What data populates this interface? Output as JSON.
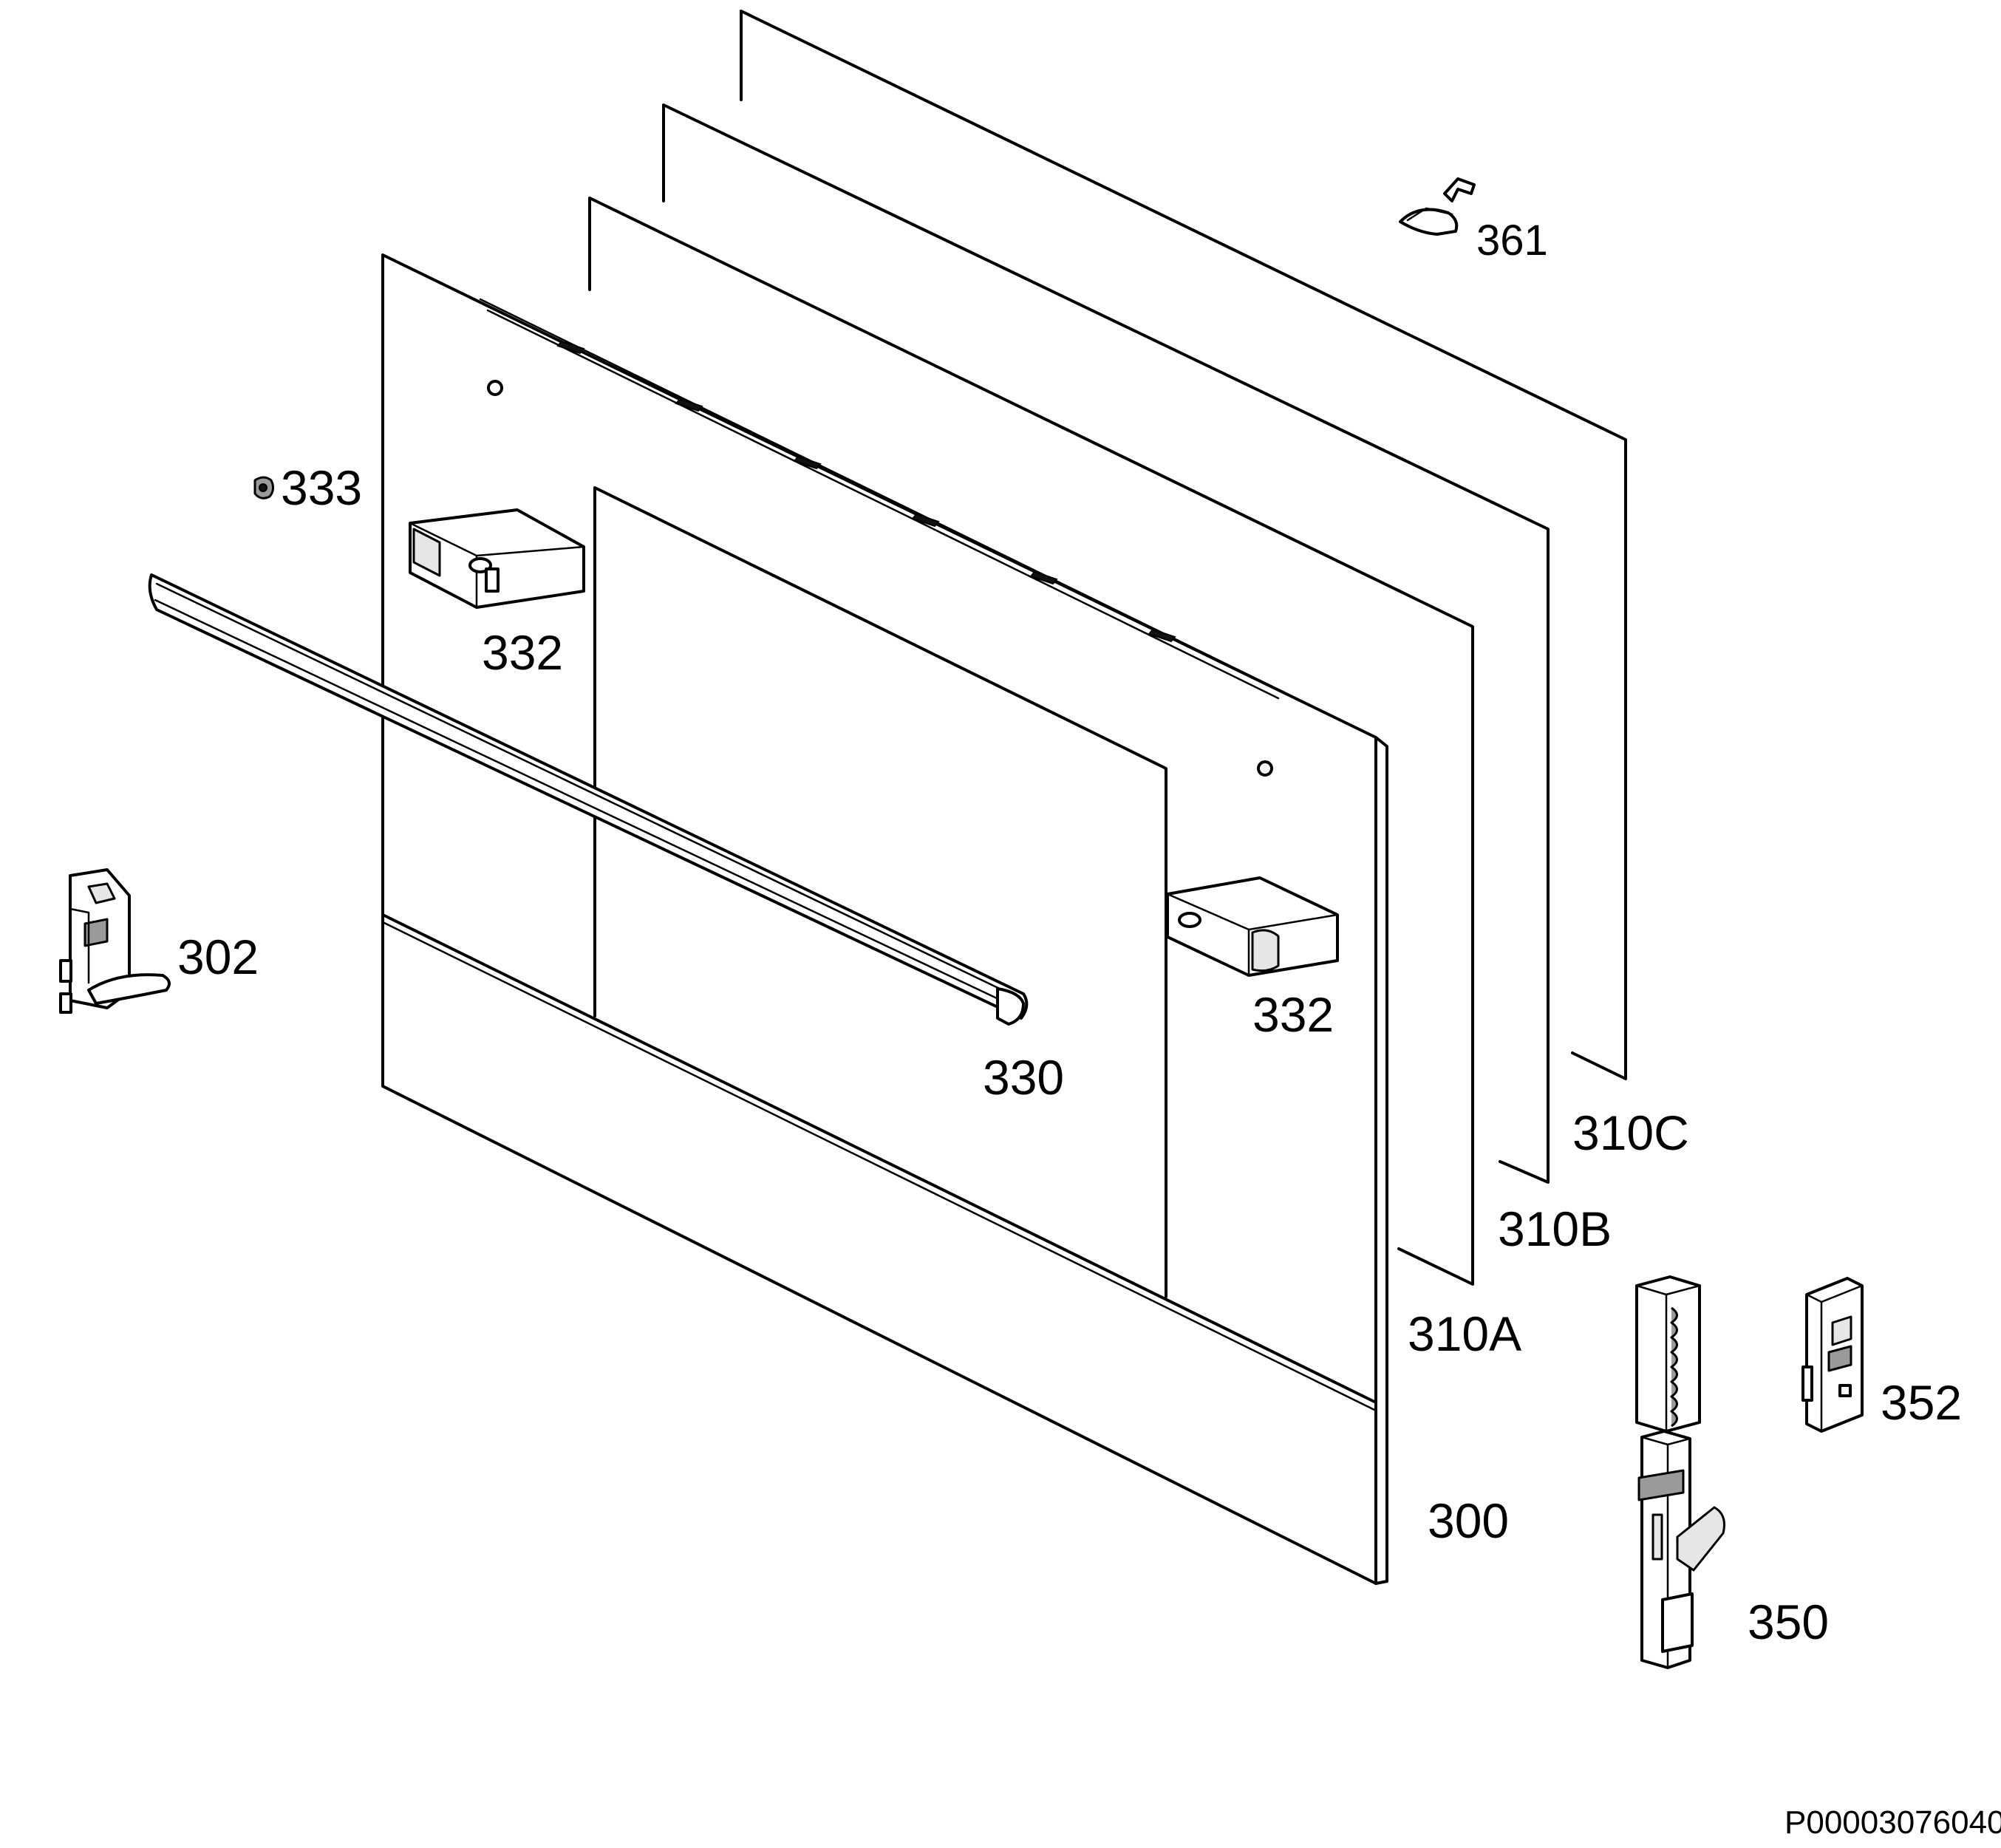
{
  "drawing_code": "P00003076040",
  "parts": {
    "p300": "300",
    "p302": "302",
    "p310A": "310A",
    "p310B": "310B",
    "p310C": "310C",
    "p330": "330",
    "p332_upper": "332",
    "p332_lower": "332",
    "p333": "333",
    "p350": "350",
    "p352": "352",
    "p361": "361"
  }
}
